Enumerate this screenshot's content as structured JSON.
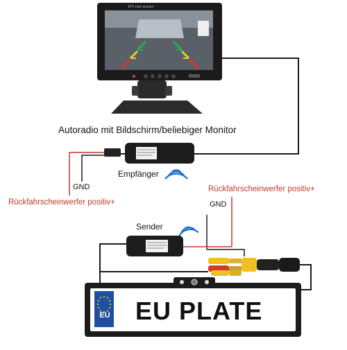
{
  "labels": {
    "monitor_title": "TFT color monitor",
    "monitor_caption": "Autoradio mit Bildschirm/beliebiger Monitor",
    "receiver": "Empfänger",
    "gnd_receiver": "GND",
    "reverse_light_receiver": "Rückfahrscheinwerfer positiv+",
    "reverse_light_sender": "Rückfahrscheinwerfer positiv+",
    "gnd_sender": "GND",
    "sender": "Sender",
    "plate_text": "EU PLATE",
    "eu_badge": "EU"
  },
  "colors": {
    "positive_wire": "#c0392b",
    "ground_wire": "#111111",
    "eu_blue": "#1f4fa0",
    "wifi_blue": "#1e6fd0"
  },
  "icons": {
    "receiver_signal": "wifi-signal-icon",
    "sender_signal": "wifi-signal-icon"
  }
}
